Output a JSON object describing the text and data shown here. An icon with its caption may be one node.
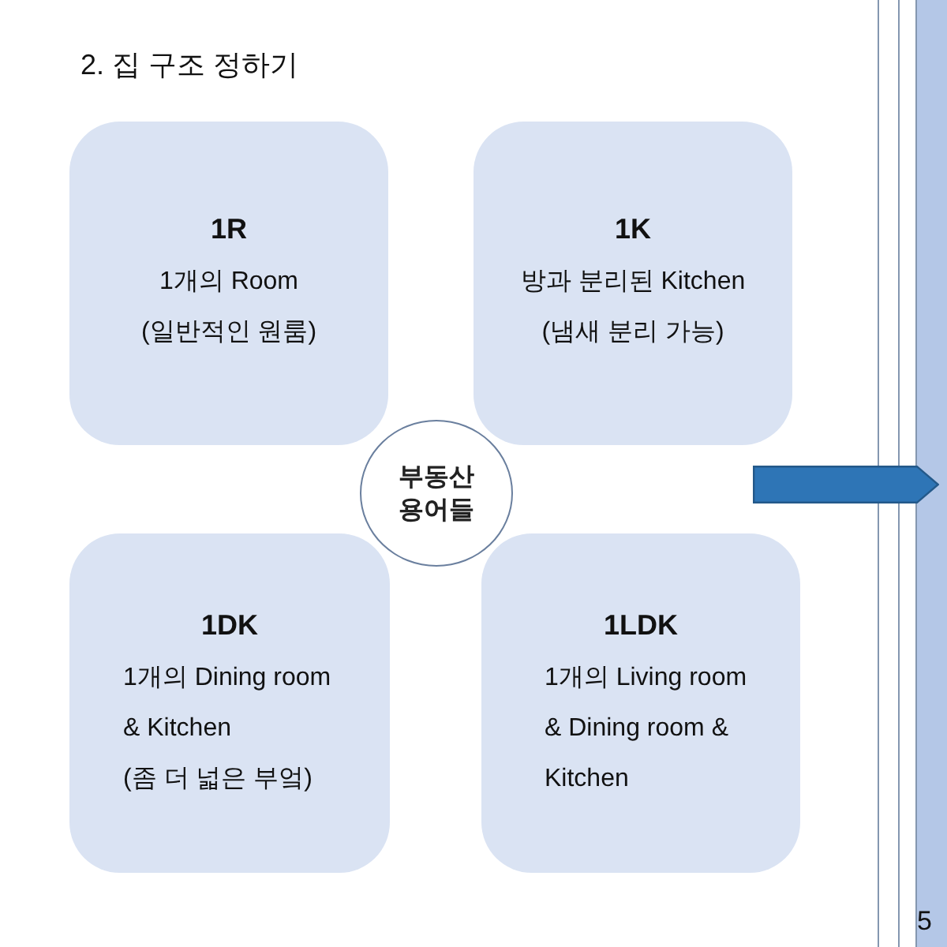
{
  "diagram": {
    "title": "2. 집 구조 정하기",
    "nodes": [
      {
        "text": [
          "1R",
          "1개의 Room",
          "(일반적인 원룸)"
        ]
      },
      {
        "text": [
          "1K",
          "방과 분리된 Kitchen",
          "(냄새 분리 가능)"
        ]
      },
      {
        "text": [
          "부동산 용어들"
        ]
      },
      {
        "text": [
          "1DK",
          "1개의 Dining room & Kitchen",
          "(좀 더 넓은 부엌)"
        ]
      },
      {
        "text": [
          "1LDK",
          "1개의 Living room & Dining room & Kitchen"
        ]
      }
    ],
    "labels": [
      "5"
    ]
  }
}
